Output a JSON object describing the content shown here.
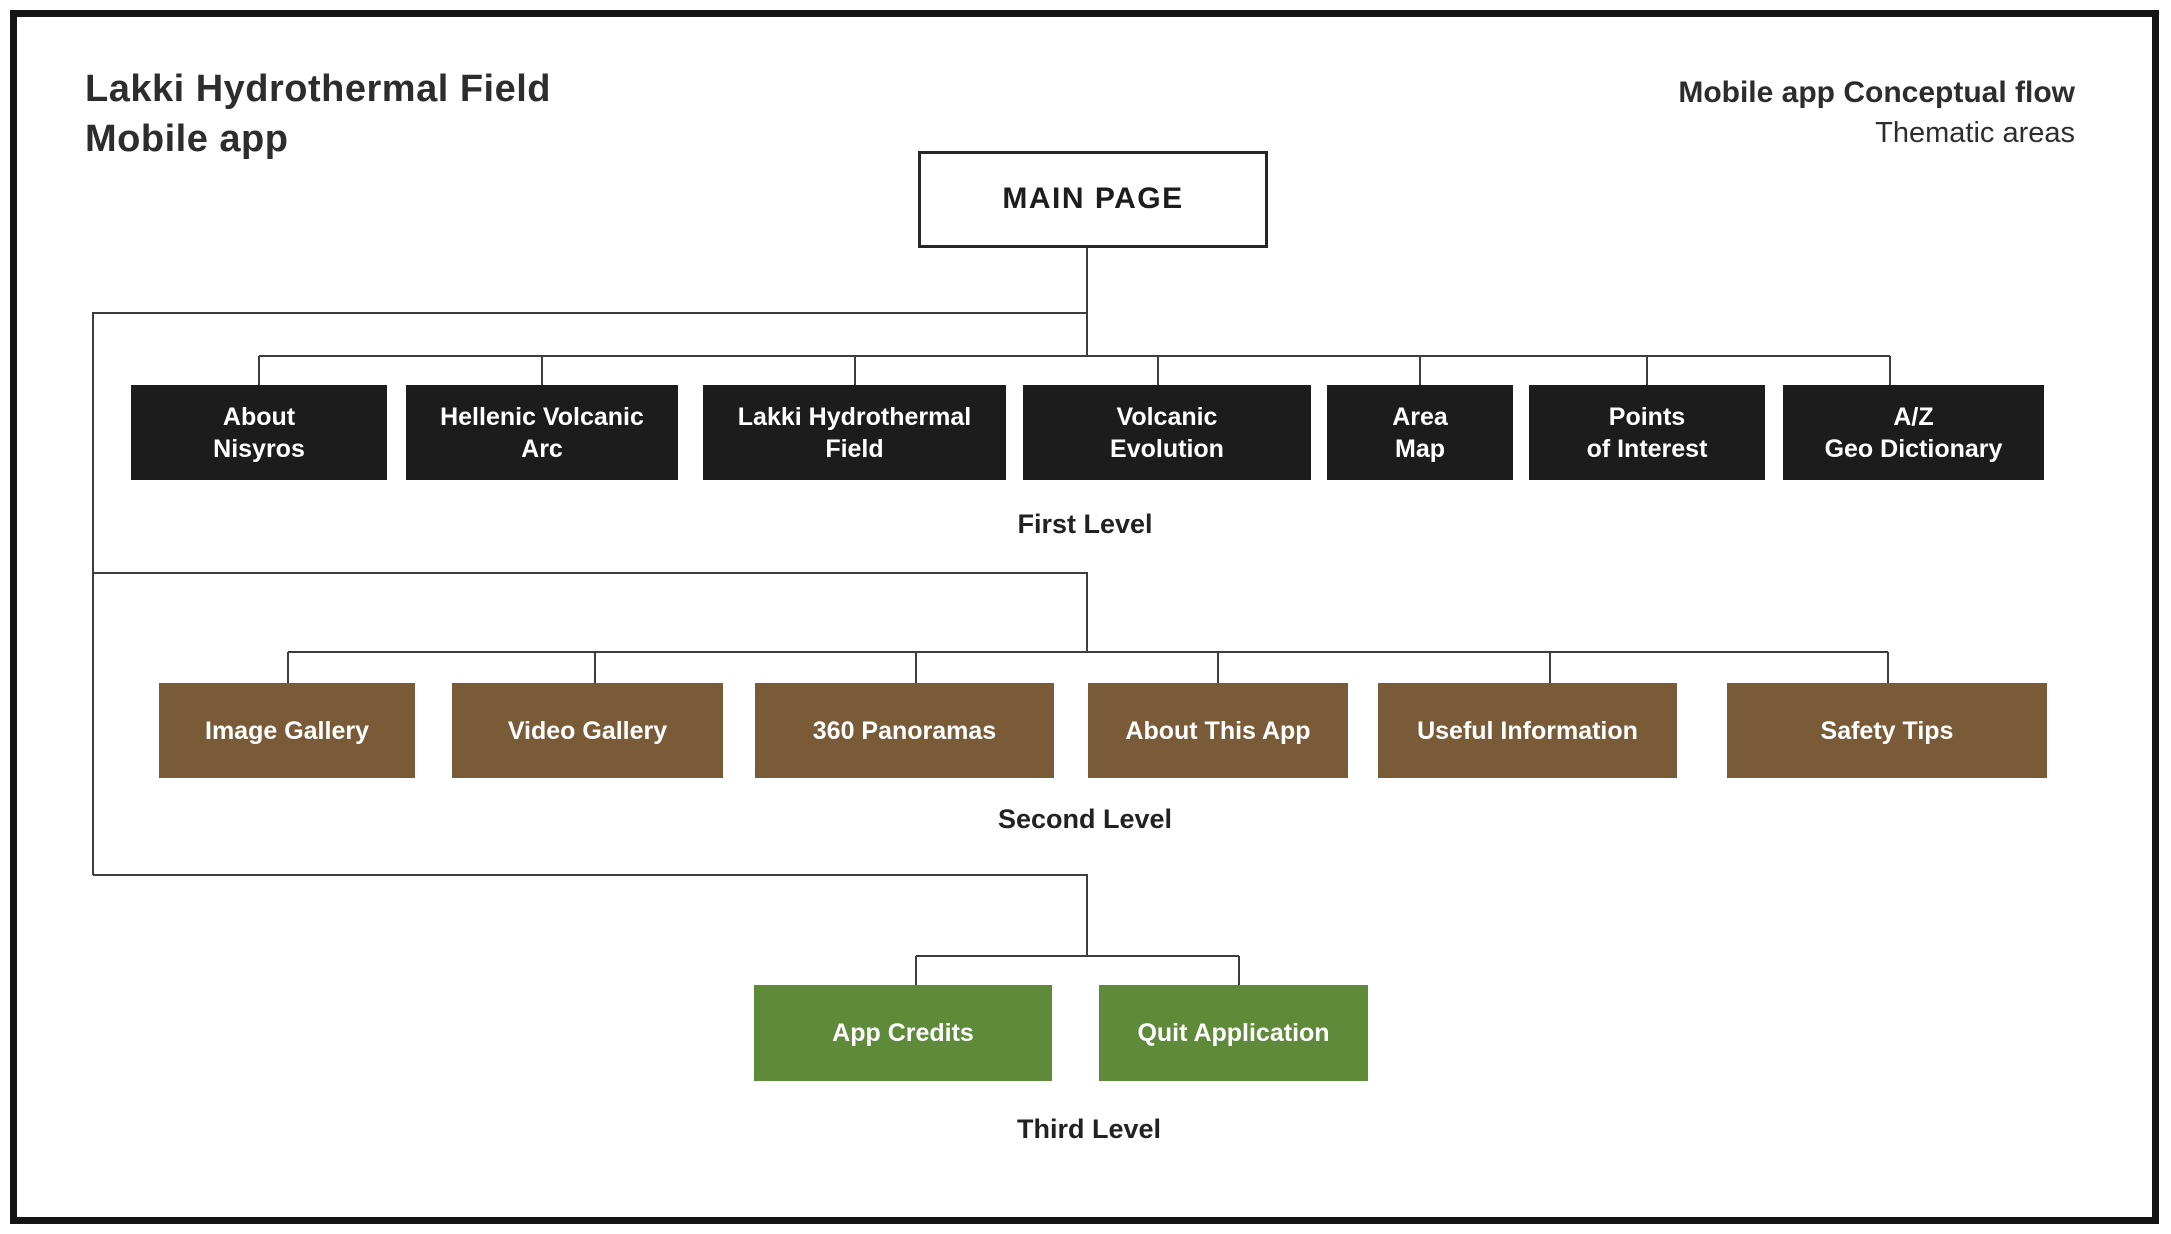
{
  "header": {
    "title_line1": "Lakki Hydrothermal Field",
    "title_line2": "Mobile app",
    "corner_title": "Mobile app Conceptual flow",
    "corner_subtitle": "Thematic areas"
  },
  "root": {
    "label": "MAIN PAGE"
  },
  "levels": {
    "first": {
      "caption": "First Level",
      "box_color": "#1c1c1c",
      "items": [
        {
          "label": "About\nNisyros"
        },
        {
          "label": "Hellenic Volcanic\nArc"
        },
        {
          "label": "Lakki Hydrothermal\nField"
        },
        {
          "label": "Volcanic\nEvolution"
        },
        {
          "label": "Area\nMap"
        },
        {
          "label": "Points\nof Interest"
        },
        {
          "label": "A/Z\nGeo Dictionary"
        }
      ]
    },
    "second": {
      "caption": "Second Level",
      "box_color": "#7a5b38",
      "items": [
        {
          "label": "Image Gallery"
        },
        {
          "label": "Video Gallery"
        },
        {
          "label": "360 Panoramas"
        },
        {
          "label": "About This App"
        },
        {
          "label": "Useful Information"
        },
        {
          "label": "Safety Tips"
        }
      ]
    },
    "third": {
      "caption": "Third Level",
      "box_color": "#5e8a3a",
      "items": [
        {
          "label": "App Credits"
        },
        {
          "label": "Quit Application"
        }
      ]
    }
  },
  "colors": {
    "level1_box": "#1c1c1c",
    "level2_box": "#7a5b38",
    "level3_box": "#5e8a3a",
    "box_text": "#ffffff",
    "connector": "#3d3d3d"
  }
}
